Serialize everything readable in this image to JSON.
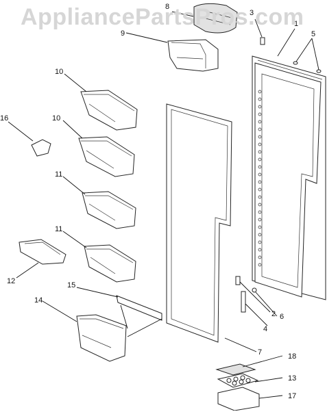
{
  "watermark": "AppliancePartsPros.com",
  "callouts": [
    {
      "id": "c1",
      "text": "1"
    },
    {
      "id": "c2",
      "text": "2"
    },
    {
      "id": "c3",
      "text": "3"
    },
    {
      "id": "c4",
      "text": "4"
    },
    {
      "id": "c5",
      "text": "5"
    },
    {
      "id": "c6",
      "text": "6"
    },
    {
      "id": "c7",
      "text": "7"
    },
    {
      "id": "c8",
      "text": "8"
    },
    {
      "id": "c9",
      "text": "9"
    },
    {
      "id": "c10a",
      "text": "10"
    },
    {
      "id": "c10b",
      "text": "10"
    },
    {
      "id": "c11a",
      "text": "11"
    },
    {
      "id": "c11b",
      "text": "11"
    },
    {
      "id": "c12",
      "text": "12"
    },
    {
      "id": "c13",
      "text": "13"
    },
    {
      "id": "c14",
      "text": "14"
    },
    {
      "id": "c15",
      "text": "15"
    },
    {
      "id": "c16",
      "text": "16"
    },
    {
      "id": "c17",
      "text": "17"
    },
    {
      "id": "c18",
      "text": "18"
    }
  ]
}
